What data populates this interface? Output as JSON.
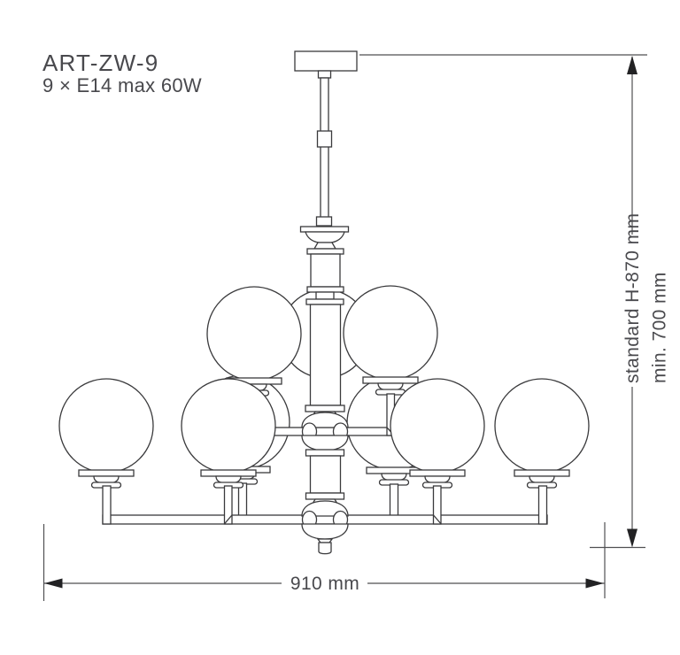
{
  "product": {
    "code": "ART-ZW-9",
    "lamping": "9 × E14 max 60W"
  },
  "dimensions": {
    "width_label": "910 mm",
    "standard_height_label": "standard H-870 mm",
    "min_height_label": "min. 700 mm"
  },
  "figure": {
    "lamp_count": 9,
    "tiers": 2,
    "description": "technical line drawing of a two-tier chandelier with spherical glass shades"
  },
  "colors": {
    "background": "#ffffff",
    "line": "#3a3a3c",
    "dimension_line": "#4f4f52",
    "arrow_fill": "#222224",
    "text": "#49494d"
  }
}
